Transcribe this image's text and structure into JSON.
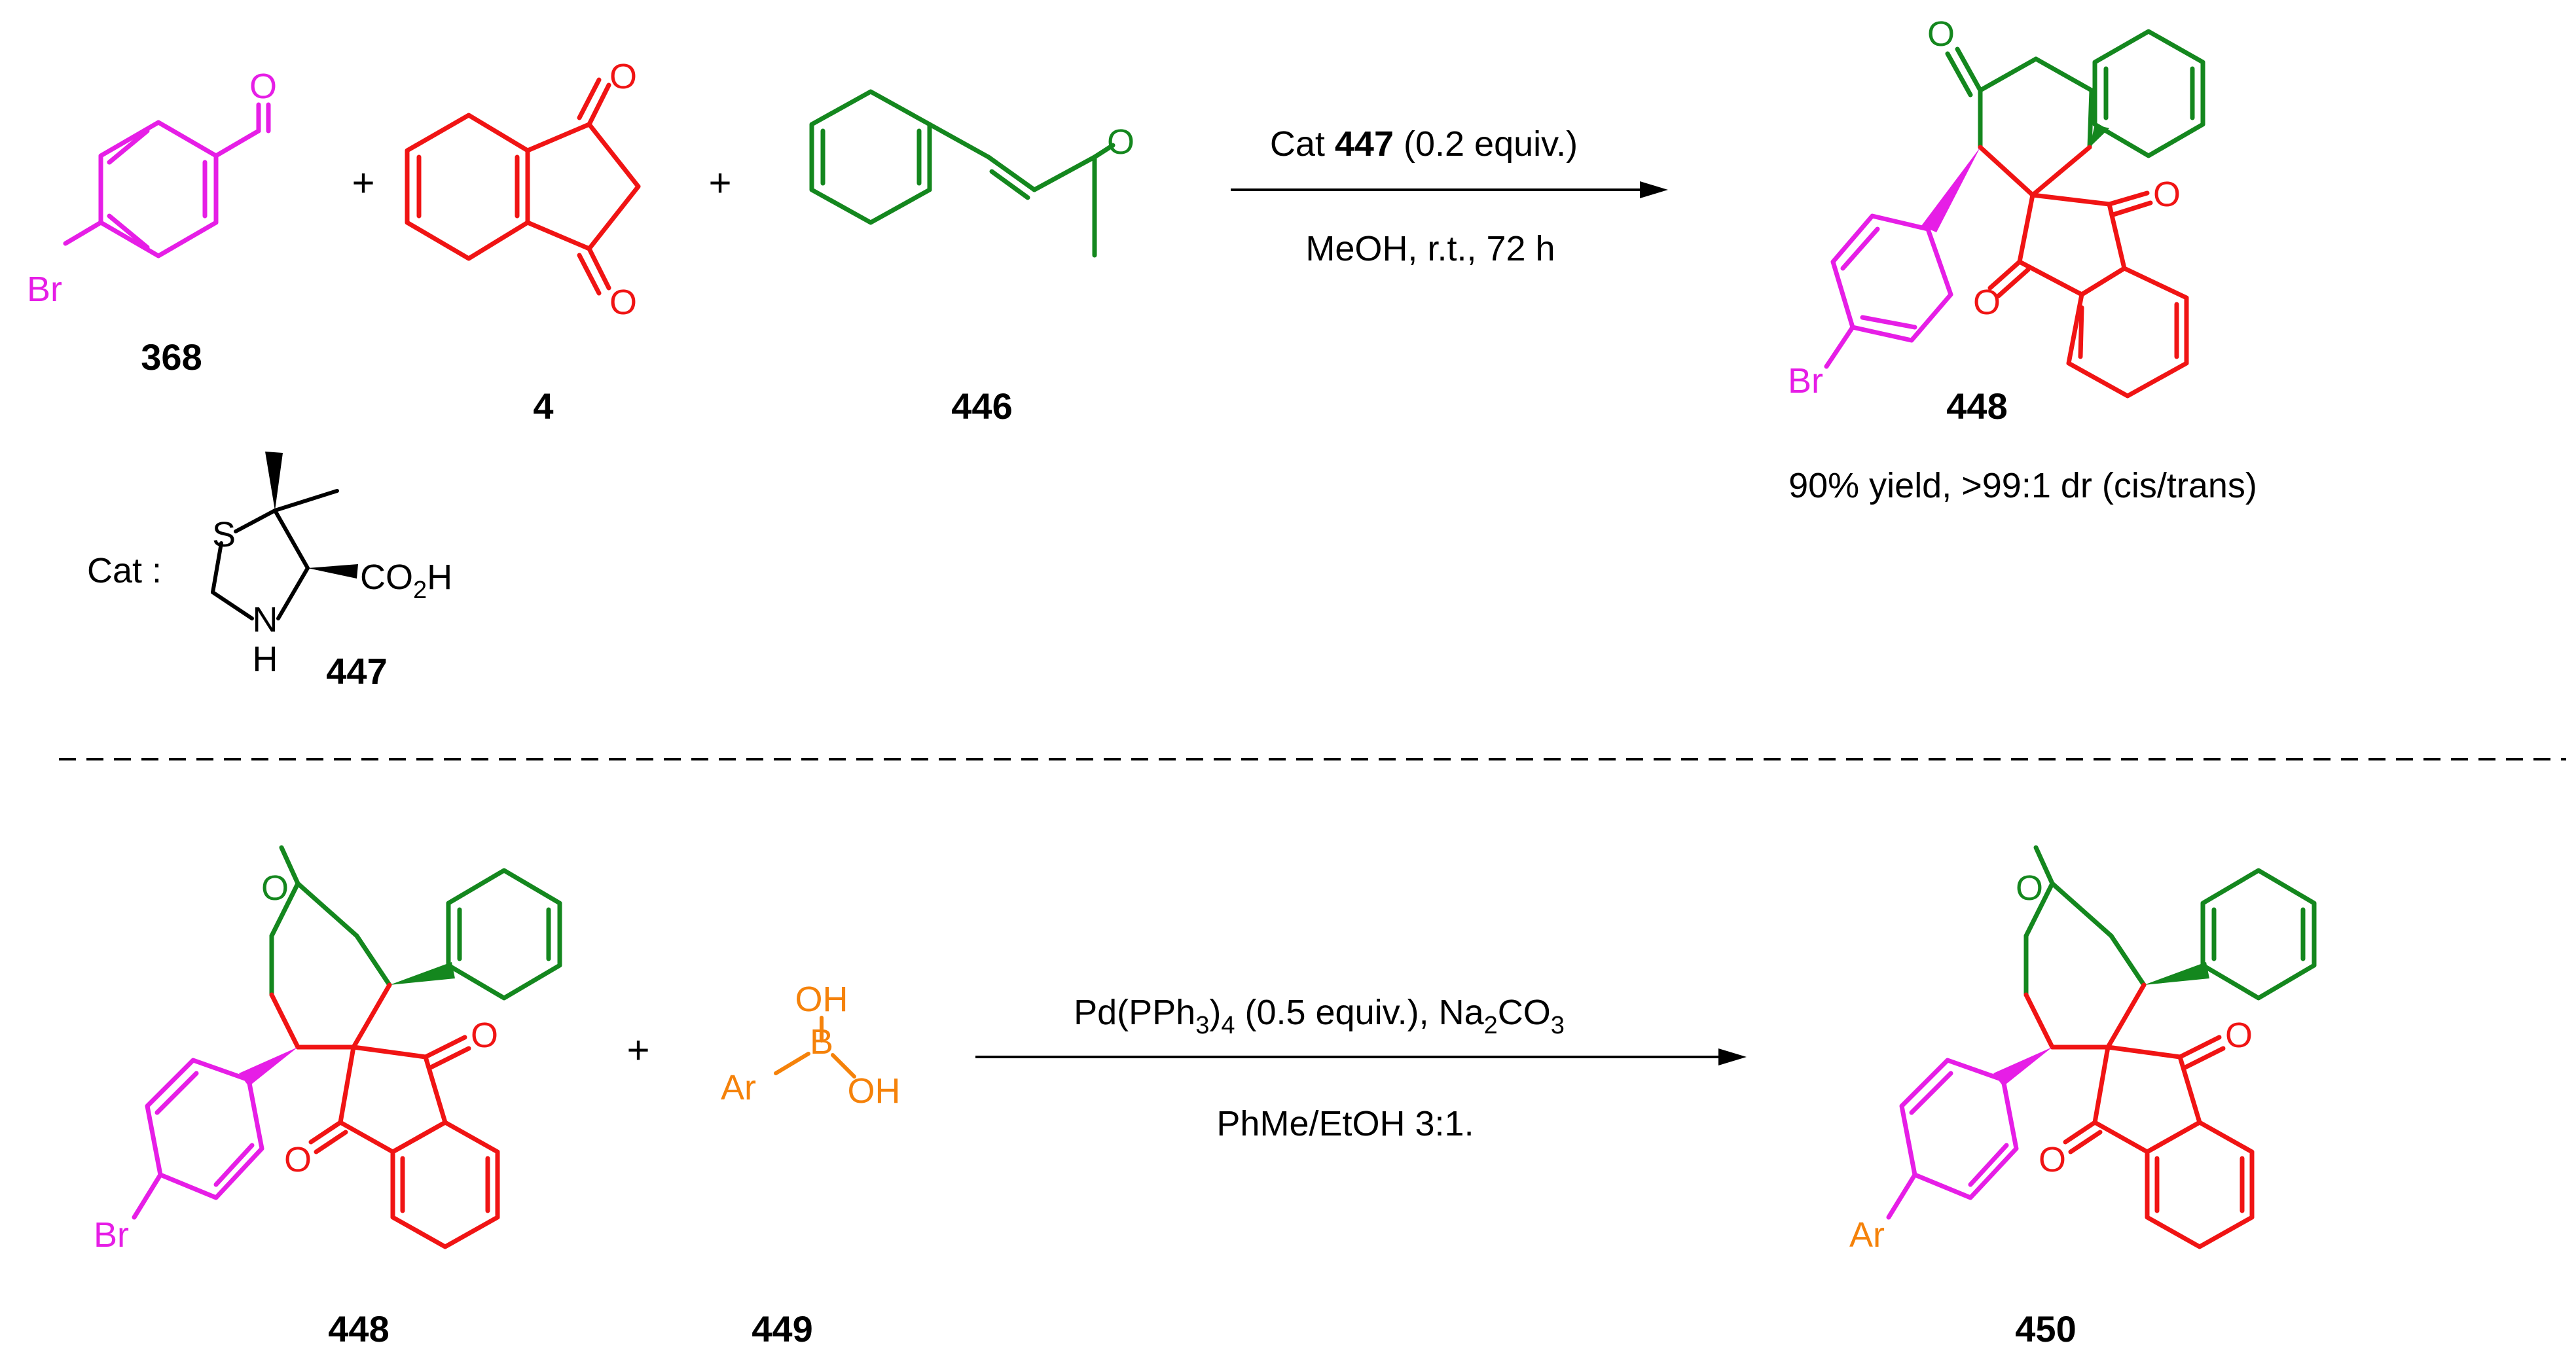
{
  "colors": {
    "magenta": "#e61ee6",
    "red": "#f01414",
    "green": "#14871e",
    "orange": "#f5820a",
    "black": "#000000"
  },
  "plus_sign": "+",
  "atoms": {
    "O": "O",
    "Br": "Br",
    "Ar": "Ar",
    "S": "S",
    "N": "N",
    "H": "H",
    "B": "B",
    "OH": "OH",
    "CO2H": {
      "main": "CO",
      "sub": "2",
      "tail": "H"
    }
  },
  "reaction1": {
    "reagent_pre": "Cat ",
    "reagent_bold": "447",
    "reagent_post": " (0.2 equiv.)",
    "conditions": "MeOH, r.t., 72 h",
    "result": "90% yield, >99:1 dr (cis/trans)"
  },
  "reaction2": {
    "reagent": {
      "a": "Pd(PPh",
      "a_sub": "3",
      "b": ")",
      "b_sub": "4",
      "c": " (0.5 equiv.), Na",
      "c_sub": "2",
      "d": "CO",
      "d_sub": "3"
    },
    "conditions": "PhMe/EtOH 3:1."
  },
  "catalyst": {
    "label": "Cat :"
  },
  "compounds": {
    "c368": "368",
    "c4": "4",
    "c446": "446",
    "c447": "447",
    "c448a": "448",
    "c448b": "448",
    "c449": "449",
    "c450": "450"
  }
}
